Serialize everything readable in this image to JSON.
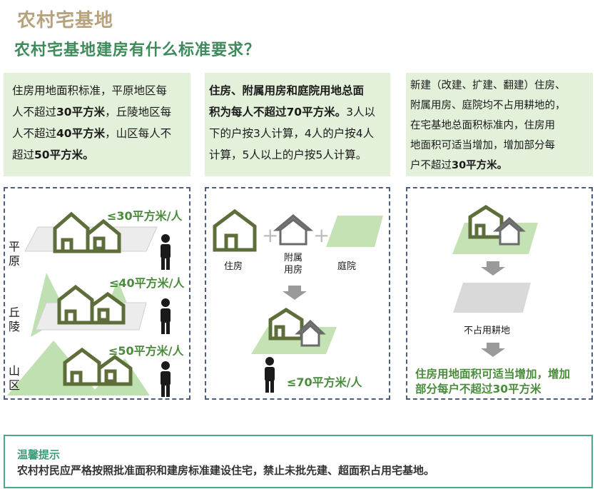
{
  "header": {
    "title": "农村宅基地",
    "subtitle": "农村宅基地建房有什么标准要求？"
  },
  "box1": {
    "l1a": "住房用地面积标准，平原地区每",
    "l2a": "人不超过",
    "l2b": "30平方米",
    "l2c": "，丘陵地区每",
    "l3a": "人不超过",
    "l3b": "40平方米",
    "l3c": "，山区每人不",
    "l4a": "超过",
    "l4b": "50平方米。"
  },
  "box2": {
    "l1": "住房、附属用房和庭院用地总面",
    "l2b": "积为每人不超过70平方米。",
    "l2c": "3人以",
    "l3": "下的户按3人计算，4人的户按4人",
    "l4": "计算，5人以上的户按5人计算。"
  },
  "box3": {
    "l1": "新建（改建、扩建、翻建）住房、",
    "l2": "附属用房、庭院均不占用耕地的，",
    "l3": "在宅基地总面积标准内，住房用",
    "l4": "地面积可适当增加，增加部分每",
    "l5a": "户不超过",
    "l5b": "30平方米。"
  },
  "panel1": {
    "plain_label": "平原",
    "hill_label": "丘陵",
    "mountain_label": "山区",
    "plain_limit": "≤30平方米/人",
    "hill_limit": "≤40平方米/人",
    "mountain_limit": "≤50平方米/人"
  },
  "panel2": {
    "house_label": "住房",
    "annex_label": "附属用房",
    "yard_label": "庭院",
    "total_limit": "≤70平方米/人"
  },
  "panel3": {
    "no_farmland_label": "不占用耕地",
    "result_line1": "住房用地面积可适当增加，增加",
    "result_line2": "部分每户不超过30平方米"
  },
  "tip": {
    "title": "温馨提示",
    "text": "农村村民应严格按照批准面积和建房标准建设住宅，禁止未批先建、超面积占用宅基地。"
  },
  "colors": {
    "title": "#b7a27e",
    "subtitle": "#3e8a5b",
    "box_bg": "#e3f0da",
    "house_green": "#5d6e3a",
    "land_green": "#c4e2b4",
    "highlight_green": "#4a8b3c",
    "panel_border": "#4b5e80"
  }
}
